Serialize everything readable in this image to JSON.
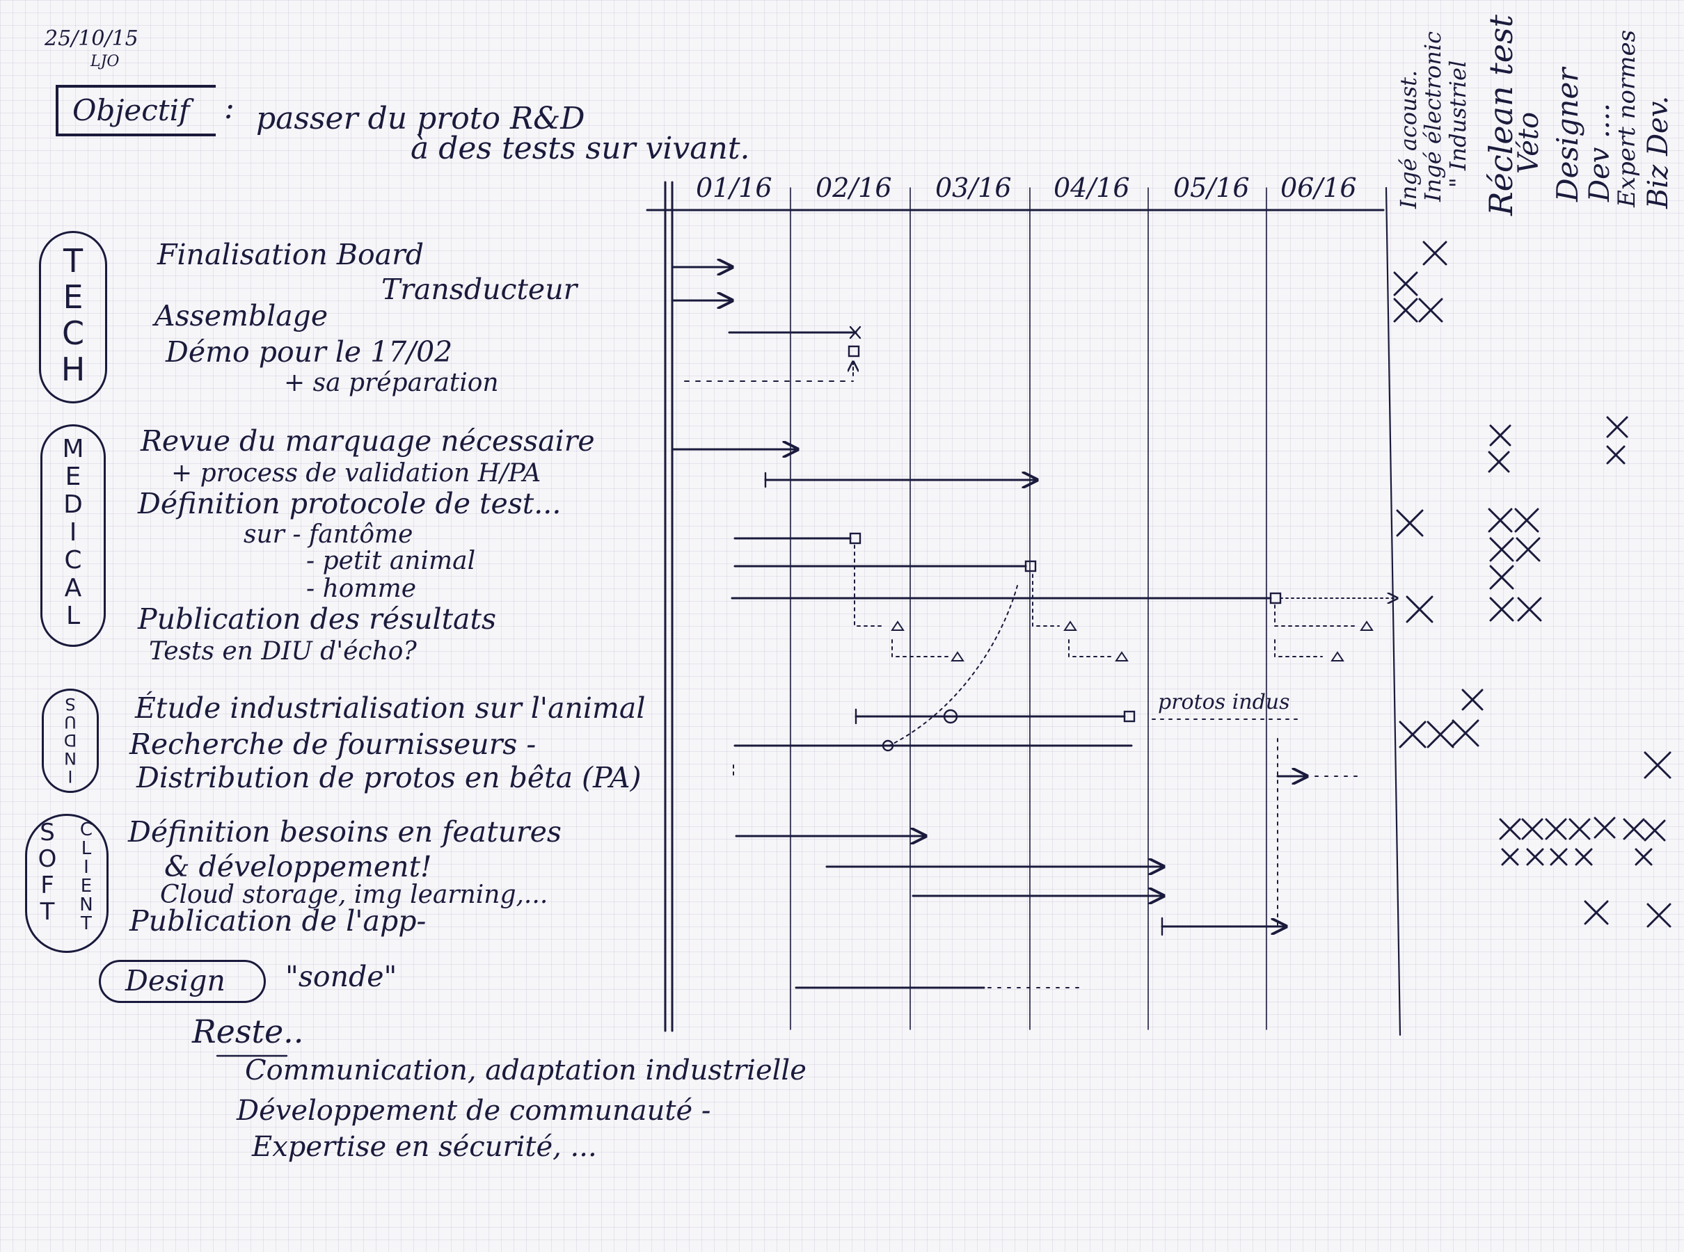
{
  "header": {
    "date": "25/10/15",
    "author": "LJO",
    "objective_label": "Objectif",
    "objective_colon": ":",
    "objective_line1": "passer du proto R&D",
    "objective_line2": "à des tests sur vivant."
  },
  "months": [
    "01/16",
    "02/16",
    "03/16",
    "04/16",
    "05/16",
    "06/16"
  ],
  "roles": [
    "Ingé acoust.",
    "Ingé électronic",
    "\" Industriel",
    "Réclean test",
    "Véto",
    "Designer",
    "Dev ....",
    "Expert normes",
    "Biz Dev."
  ],
  "groups": [
    {
      "id": "tech",
      "letters": [
        "T",
        "E",
        "C",
        "H"
      ]
    },
    {
      "id": "medical",
      "letters": [
        "M",
        "E",
        "D",
        "I",
        "C",
        "A",
        "L"
      ]
    },
    {
      "id": "indus",
      "letters": [
        "I",
        "N",
        "D",
        "U",
        "S"
      ]
    },
    {
      "id": "soft",
      "letters": [
        "S",
        "O",
        "F",
        "T"
      ]
    },
    {
      "id": "client",
      "letters": [
        "C",
        "L",
        "I",
        "E",
        "N",
        "T"
      ]
    }
  ],
  "tasks": {
    "t1": "Finalisation Board",
    "t2": "Transducteur",
    "t3": "Assemblage",
    "t4": "Démo pour le 17/02",
    "t5": "+ sa préparation",
    "m1": "Revue du marquage nécessaire",
    "m2": "+ process de validation H/PA",
    "m3": "Définition protocole de test...",
    "m4": "sur - fantôme",
    "m5": "- petit animal",
    "m6": "- homme",
    "m7": "Publication des résultats",
    "m8": "Tests en DIU d'écho?",
    "i1": "Étude industrialisation sur l'animal",
    "i2": "Recherche de fournisseurs -",
    "i3": "Distribution de protos en bêta (PA)",
    "s1": "Définition besoins en features",
    "s2": "& développement!",
    "s3": "Cloud storage, img learning,...",
    "s4": "Publication de l'app-",
    "d1": "Design",
    "d2": "\"sonde\""
  },
  "annotation_protos": "protos indus",
  "reste": {
    "title": "Reste..",
    "line1": "Communication, adaptation industrielle",
    "line2": "Développement de communauté -",
    "line3": "Expertise en sécurité, ..."
  }
}
